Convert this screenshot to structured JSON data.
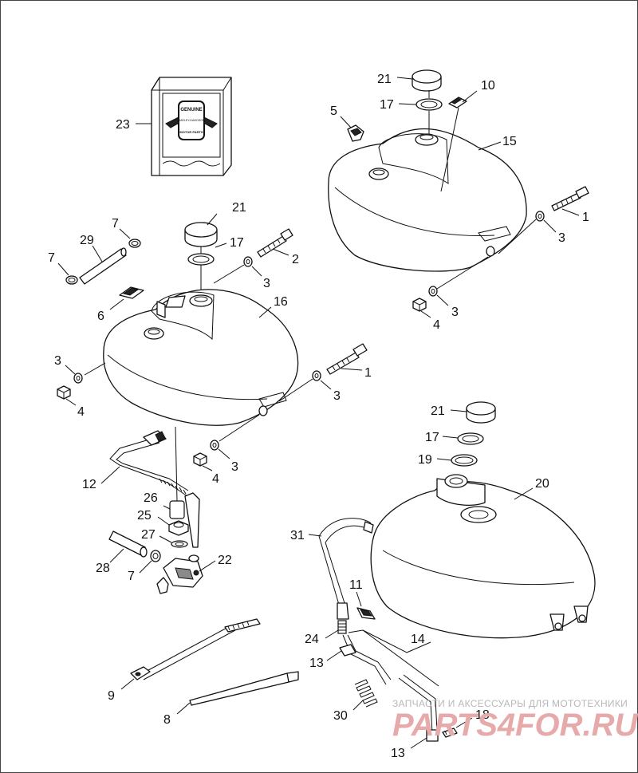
{
  "diagram": {
    "callouts": [
      {
        "id": "c23",
        "label": "23"
      },
      {
        "id": "c21a",
        "label": "21"
      },
      {
        "id": "c17a",
        "label": "17"
      },
      {
        "id": "c10",
        "label": "10"
      },
      {
        "id": "c5",
        "label": "5"
      },
      {
        "id": "c15",
        "label": "15"
      },
      {
        "id": "c1a",
        "label": "1"
      },
      {
        "id": "c3a",
        "label": "3"
      },
      {
        "id": "c3b",
        "label": "3"
      },
      {
        "id": "c4a",
        "label": "4"
      },
      {
        "id": "c7a",
        "label": "7"
      },
      {
        "id": "c29",
        "label": "29"
      },
      {
        "id": "c7b",
        "label": "7"
      },
      {
        "id": "c21b",
        "label": "21"
      },
      {
        "id": "c17b",
        "label": "17"
      },
      {
        "id": "c2",
        "label": "2"
      },
      {
        "id": "c3c",
        "label": "3"
      },
      {
        "id": "c6",
        "label": "6"
      },
      {
        "id": "c16",
        "label": "16"
      },
      {
        "id": "c3d",
        "label": "3"
      },
      {
        "id": "c4b",
        "label": "4"
      },
      {
        "id": "c1b",
        "label": "1"
      },
      {
        "id": "c3e",
        "label": "3"
      },
      {
        "id": "c3f",
        "label": "3"
      },
      {
        "id": "c4c",
        "label": "4"
      },
      {
        "id": "c12",
        "label": "12"
      },
      {
        "id": "c26",
        "label": "26"
      },
      {
        "id": "c25",
        "label": "25"
      },
      {
        "id": "c27",
        "label": "27"
      },
      {
        "id": "c28",
        "label": "28"
      },
      {
        "id": "c7c",
        "label": "7"
      },
      {
        "id": "c22",
        "label": "22"
      },
      {
        "id": "c21c",
        "label": "21"
      },
      {
        "id": "c17c",
        "label": "17"
      },
      {
        "id": "c19",
        "label": "19"
      },
      {
        "id": "c20",
        "label": "20"
      },
      {
        "id": "c31",
        "label": "31"
      },
      {
        "id": "c11",
        "label": "11"
      },
      {
        "id": "c24",
        "label": "24"
      },
      {
        "id": "c14",
        "label": "14"
      },
      {
        "id": "c13a",
        "label": "13"
      },
      {
        "id": "c9",
        "label": "9"
      },
      {
        "id": "c8",
        "label": "8"
      },
      {
        "id": "c30",
        "label": "30"
      },
      {
        "id": "c18",
        "label": "18"
      },
      {
        "id": "c13b",
        "label": "13"
      }
    ],
    "badge": {
      "line1": "GENUINE",
      "line2": "HARLEY-DAVIDSON",
      "line3": "MOTOR PARTS"
    },
    "watermark": {
      "tagline": "ЗАПЧАСТИ И АКСЕССУАРЫ ДЛЯ МОТОТЕХНИКИ",
      "logo": "PARTS4FOR.RU"
    },
    "colors": {
      "line": "#111111",
      "background": "#ffffff",
      "watermark_logo": "#e6aaaa",
      "watermark_text": "#b8b8b8"
    }
  }
}
